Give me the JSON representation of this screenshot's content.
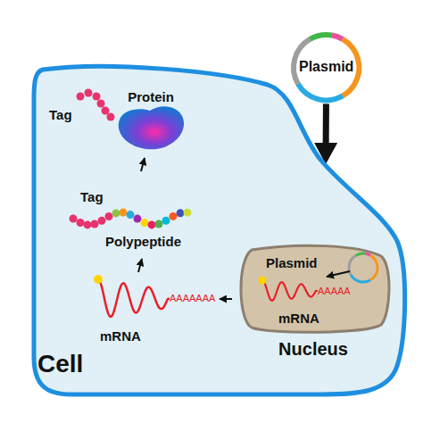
{
  "diagram": {
    "nodes": [
      {
        "text": [
          "Plasmid"
        ]
      },
      {
        "text": [
          "Cell"
        ]
      },
      {
        "text": [
          "Protein"
        ],
        "in": 1
      },
      {
        "text": [
          "Nucleus"
        ],
        "in": 1
      }
    ],
    "edges": [
      {
        "from": 0,
        "to": 1,
        "arrow": "to"
      }
    ],
    "labels": [
      "Tag",
      "Tag",
      "Polypeptide",
      "mRNA",
      "AAAAAAA",
      "Plasmid",
      "mRNA",
      "AAAAA"
    ]
  }
}
